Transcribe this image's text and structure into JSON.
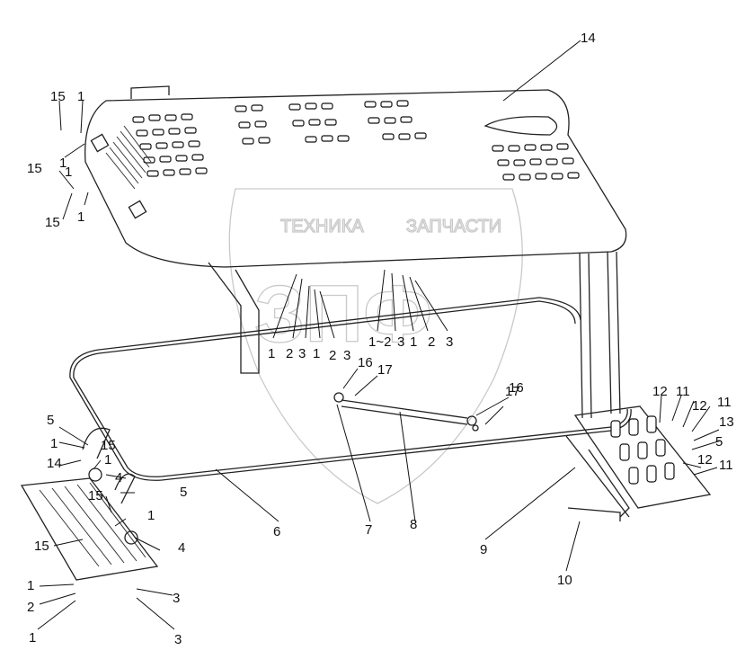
{
  "diagram": {
    "watermark": {
      "line1": "ТЕХНИКА",
      "line2": "ЗАПЧАСТИ",
      "logo": "ЗПФ"
    },
    "callouts": [
      "14",
      "15",
      "1",
      "1",
      "15",
      "1",
      "15",
      "1",
      "1",
      "2",
      "3",
      "1",
      "2",
      "3",
      "1~2",
      "3",
      "1",
      "2",
      "3",
      "16",
      "17",
      "16",
      "17",
      "12",
      "11",
      "12",
      "11",
      "5",
      "13",
      "12",
      "11",
      "5",
      "1",
      "15",
      "14",
      "1",
      "4",
      "15",
      "5",
      "1",
      "15",
      "4",
      "1",
      "2",
      "3",
      "1",
      "3",
      "6",
      "7",
      "8",
      "9",
      "10"
    ],
    "colors": {
      "line": "#111111",
      "watermark": "#c9c9c9",
      "background": "#ffffff"
    }
  }
}
